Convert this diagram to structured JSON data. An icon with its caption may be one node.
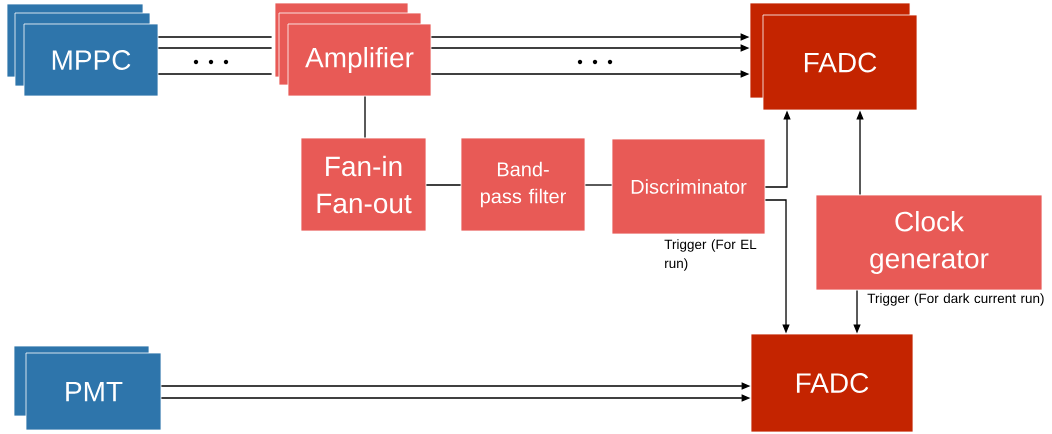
{
  "diagram": {
    "nodes": [
      {
        "text": [
          "MPPC"
        ]
      },
      {
        "text": [
          "Amplifier"
        ]
      },
      {
        "text": [
          "FADC"
        ]
      },
      {
        "text": [
          "Fan-in Fan-out"
        ]
      },
      {
        "text": [
          "Band-pass filter"
        ]
      },
      {
        "text": [
          "Discriminator"
        ]
      },
      {
        "text": [
          "Clock generator"
        ]
      },
      {
        "text": [
          "PMT"
        ]
      },
      {
        "text": [
          "FADC"
        ]
      }
    ],
    "edges": [
      {
        "from": 0,
        "to": 1,
        "arrow": "none"
      },
      {
        "from": 0,
        "to": 1,
        "arrow": "none"
      },
      {
        "from": 0,
        "to": 1,
        "arrow": "none"
      },
      {
        "from": 1,
        "to": 2,
        "arrow": "to"
      },
      {
        "from": 1,
        "to": 2,
        "arrow": "to"
      },
      {
        "from": 1,
        "to": 2,
        "arrow": "to"
      },
      {
        "from": 1,
        "to": 3,
        "arrow": "none"
      },
      {
        "from": 3,
        "to": 4,
        "arrow": "none"
      },
      {
        "from": 4,
        "to": 5,
        "arrow": "none"
      },
      {
        "from": 5,
        "to": 2,
        "arrow": "to"
      },
      {
        "from": 5,
        "to": 8,
        "arrow": "to",
        "label": "Trigger (For EL run)"
      },
      {
        "from": 6,
        "to": 2,
        "arrow": "to"
      },
      {
        "from": 6,
        "to": 8,
        "arrow": "to",
        "label": "Trigger (For dark current run)"
      },
      {
        "from": 7,
        "to": 8,
        "arrow": "to"
      },
      {
        "from": 7,
        "to": 8,
        "arrow": "to"
      }
    ]
  }
}
